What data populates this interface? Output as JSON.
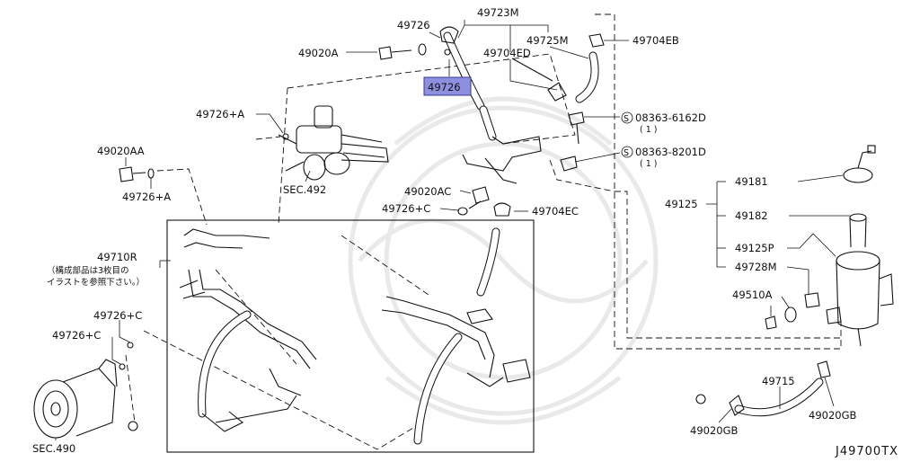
{
  "diagram": {
    "code": "J49700TX",
    "labels": {
      "p49723M": "49723M",
      "p49726_top": "49726",
      "p49725M": "49725M",
      "p49704EB": "49704EB",
      "p49020A": "49020A",
      "p49704ED": "49704ED",
      "p49726_hl": "49726",
      "p49726A_top": "49726+A",
      "p08363_6162D": "08363-6162D",
      "p08363_6162D_qty": "( 1 )",
      "p08363_8201D": "08363-8201D",
      "p08363_8201D_qty": "( 1 )",
      "p49020AA": "49020AA",
      "p49726A_left": "49726+A",
      "sec492": "SEC.492",
      "p49020AC": "49020AC",
      "p49726C_mid": "49726+C",
      "p49704EC": "49704EC",
      "p49181": "49181",
      "p49125": "49125",
      "p49182": "49182",
      "p49710R": "49710R",
      "note_line1": "（構成部品は3枚目の",
      "note_line2": "イラストを参照下さい。）",
      "p49125P": "49125P",
      "p49728M": "49728M",
      "p49726C_a": "49726+C",
      "p49510A": "49510A",
      "p49726C_b": "49726+C",
      "p49715": "49715",
      "p49020GB_right": "49020GB",
      "p49020GB_left": "49020GB",
      "sec490": "SEC.490"
    },
    "highlight_color": "#8f8fe0"
  }
}
